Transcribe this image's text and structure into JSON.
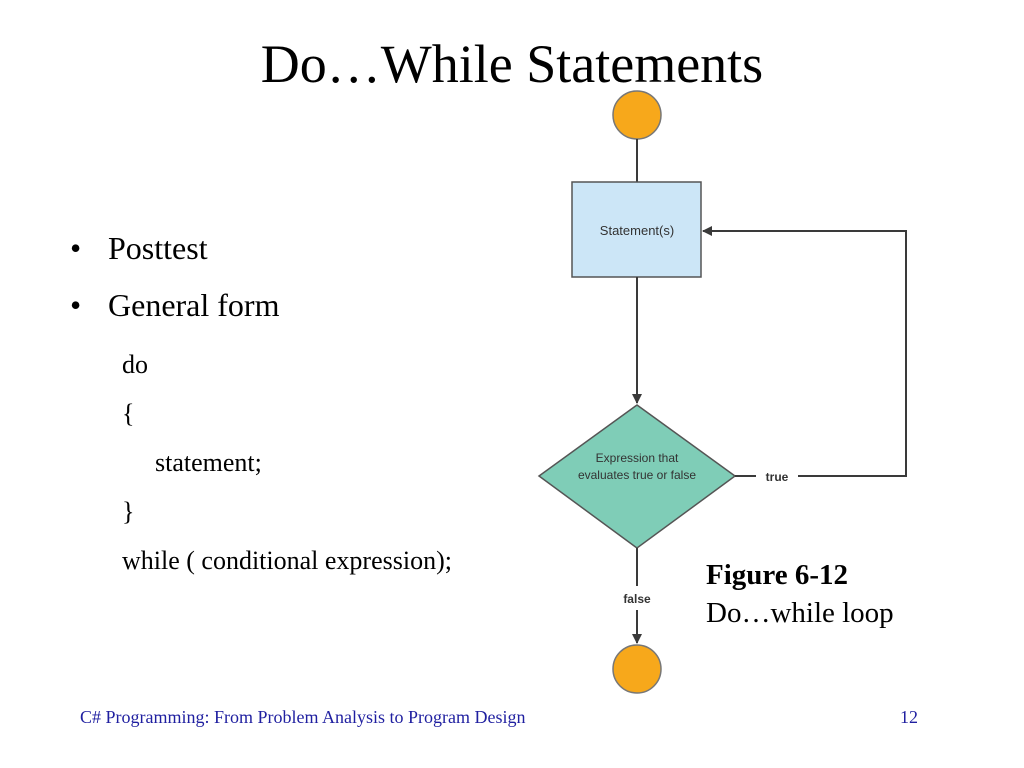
{
  "slide": {
    "title": "Do…While Statements",
    "bullets": [
      "Posttest",
      "General form"
    ],
    "code_lines": [
      "do",
      "{",
      "statement;",
      "}",
      "while ( conditional expression);"
    ],
    "figure": {
      "label": "Figure 6-12",
      "caption": "Do…while loop"
    },
    "footer": {
      "left": "C# Programming: From Problem Analysis to Program Design",
      "right": "12"
    }
  },
  "diagram": {
    "statement_box": "Statement(s)",
    "condition_line1": "Expression that",
    "condition_line2": "evaluates true or false",
    "true_label": "true",
    "false_label": "false"
  },
  "colors": {
    "terminal_fill": "#f7a81b",
    "statement_fill": "#cce6f7",
    "condition_fill": "#7fcdb7",
    "footer_text": "#1f1fa0"
  }
}
